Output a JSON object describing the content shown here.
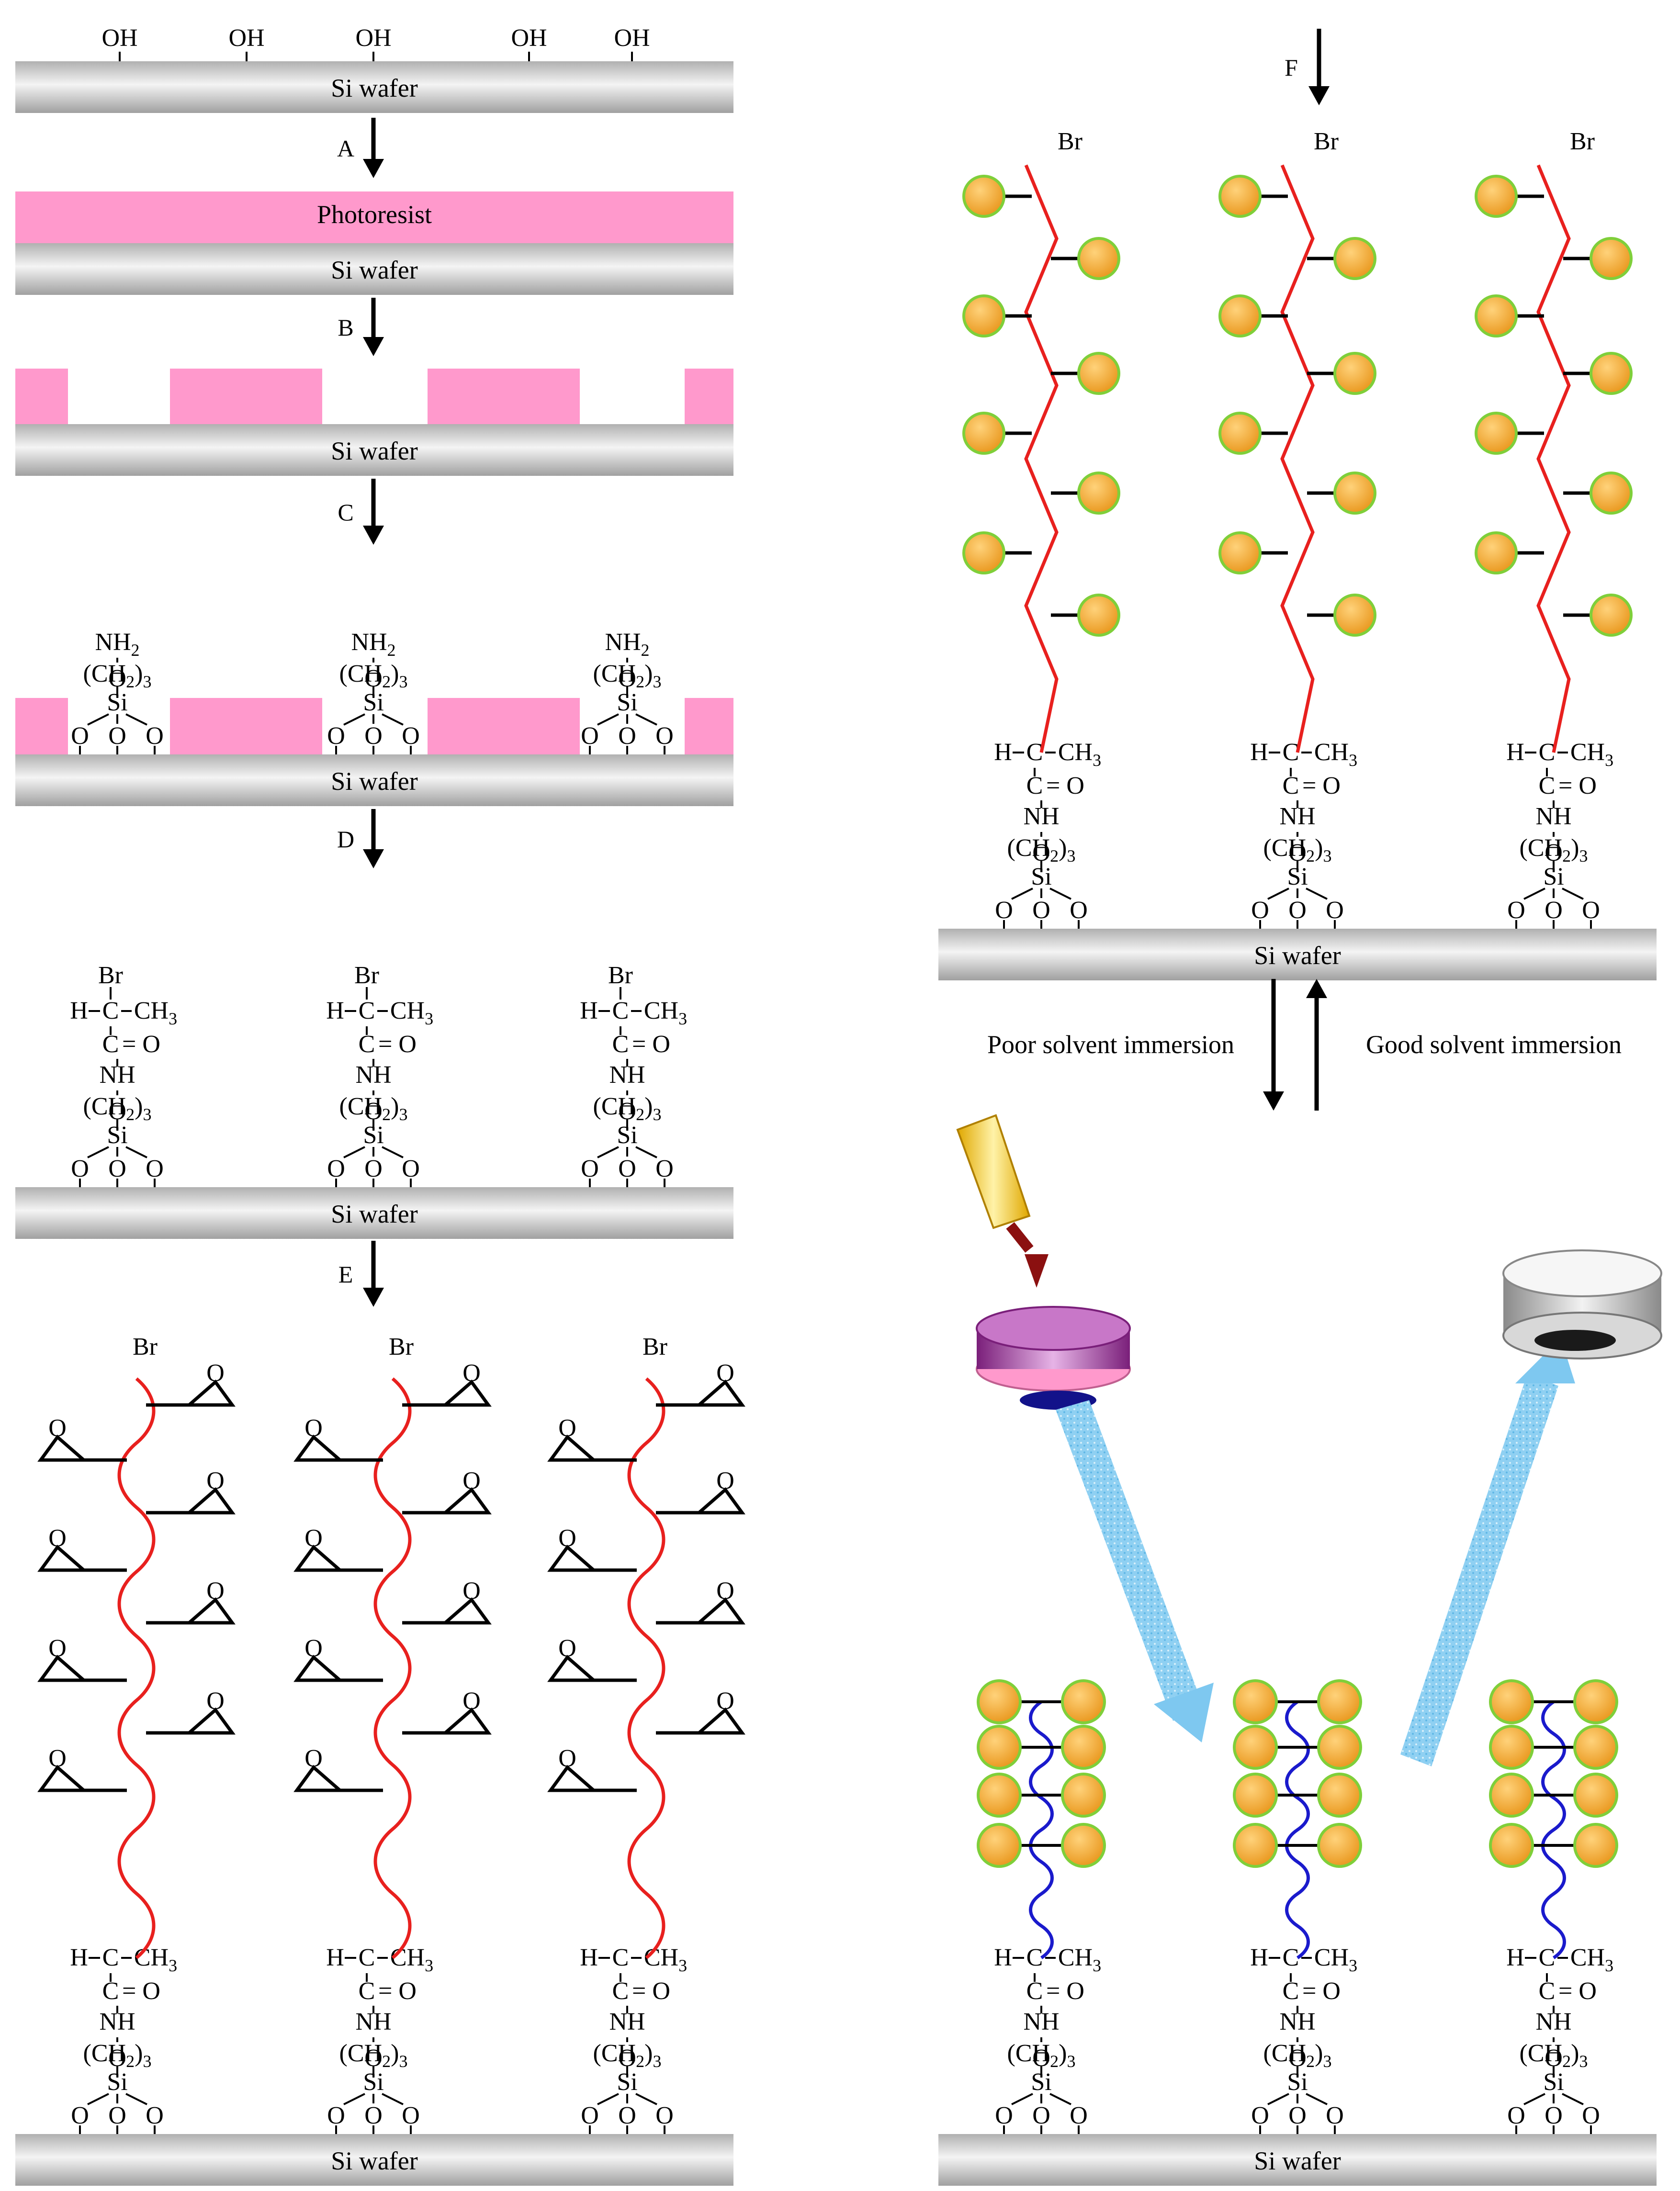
{
  "labels": {
    "wafer": "Si wafer",
    "photoresist": "Photoresist",
    "hydroxyl": "OH",
    "bromine": "Br",
    "oxygen": "O",
    "silicon": "Si",
    "amine": "NH",
    "amine_h2": "NH",
    "h2_sub": "2",
    "h_group": "H",
    "ch3": "CH",
    "c": "C",
    "ch2_open": "(CH",
    "ch2_close": ")",
    "sub_2": "2",
    "sub_3": "3",
    "eq_o": "= O",
    "dash": "–"
  },
  "steps": [
    "A",
    "B",
    "C",
    "D",
    "E",
    "F"
  ],
  "conditions": {
    "poor": "Poor solvent immersion",
    "good": "Good solvent immersion"
  },
  "colors": {
    "photoresist": "#ff99cc",
    "polymer_chain": "#e8201e",
    "collapsed_chain": "#1a1acc",
    "bead_fill": "#f5a623",
    "bead_edge": "#7fcf3a",
    "beam": "#7ec8f0"
  }
}
